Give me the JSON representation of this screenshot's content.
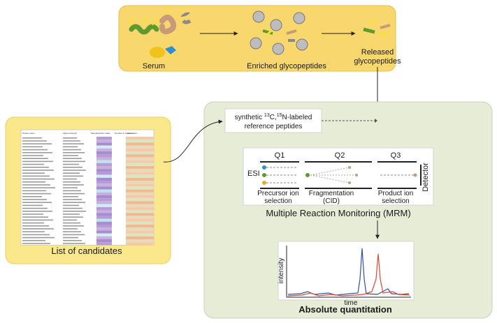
{
  "top_panel": {
    "serum_label": "Serum",
    "enriched_label": "Enriched glycopeptides",
    "released_label_line1": "Released",
    "released_label_line2": "glycopeptides"
  },
  "candidates_panel": {
    "label": "List of candidates",
    "table_headers": [
      "Protein name",
      "Alpha-subunits",
      "Sample",
      "Isoform class",
      "Number of variants",
      "Annotation"
    ]
  },
  "synthetic_box": {
    "line1_prefix": "synthetic ",
    "sup13": "13",
    "c_label": "C,",
    "sup15": "15",
    "n_label": "N-labeled",
    "line2": "reference peptides"
  },
  "mrm": {
    "esi_label": "ESI",
    "q1_label": "Q1",
    "q2_label": "Q2",
    "q3_label": "Q3",
    "detector_label": "Detector",
    "precursor_line1": "Precursor ion",
    "precursor_line2": "selection",
    "fragmentation_line1": "Fragmentation",
    "fragmentation_line2": "(CID)",
    "product_line1": "Product ion",
    "product_line2": "selection",
    "title": "Multiple Reaction Monitoring (MRM)"
  },
  "chromatogram": {
    "ylabel": "intensity",
    "xlabel": "time",
    "title": "Absolute quantitation",
    "series_colors": {
      "blue": "#2d52a8",
      "red": "#e2452f"
    }
  },
  "colors": {
    "top_panel_fill": "#f8d76c",
    "candidates_panel_fill": "#fbe88a",
    "green_panel_fill": "#e6ecd5",
    "arrow": "#222222"
  }
}
